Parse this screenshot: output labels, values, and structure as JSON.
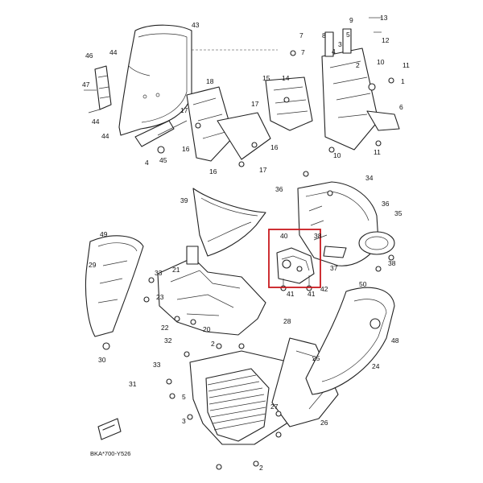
{
  "diagram": {
    "code": "BKA*700-Y526",
    "highlight_color": "#c8191e",
    "callouts": [
      {
        "id": "c-13",
        "text": "13"
      },
      {
        "id": "c-9a",
        "text": "9"
      },
      {
        "id": "c-7a",
        "text": "7"
      },
      {
        "id": "c-8a",
        "text": "8"
      },
      {
        "id": "c-5a",
        "text": "5"
      },
      {
        "id": "c-3a",
        "text": "3"
      },
      {
        "id": "c-12",
        "text": "12"
      },
      {
        "id": "c-7b",
        "text": "7"
      },
      {
        "id": "c-4a",
        "text": "4"
      },
      {
        "id": "c-10a",
        "text": "10"
      },
      {
        "id": "c-2a",
        "text": "2"
      },
      {
        "id": "c-11a",
        "text": "11"
      },
      {
        "id": "c-14",
        "text": "14"
      },
      {
        "id": "c-15",
        "text": "15"
      },
      {
        "id": "c-1",
        "text": "1"
      },
      {
        "id": "c-6",
        "text": "6"
      },
      {
        "id": "c-10b",
        "text": "10"
      },
      {
        "id": "c-11b",
        "text": "11"
      },
      {
        "id": "c-43",
        "text": "43"
      },
      {
        "id": "c-46",
        "text": "46"
      },
      {
        "id": "c-44a",
        "text": "44"
      },
      {
        "id": "c-47",
        "text": "47"
      },
      {
        "id": "c-44b",
        "text": "44"
      },
      {
        "id": "c-44c",
        "text": "44"
      },
      {
        "id": "c-45",
        "text": "45"
      },
      {
        "id": "c-4b",
        "text": "4"
      },
      {
        "id": "c-18",
        "text": "18"
      },
      {
        "id": "c-17a",
        "text": "17"
      },
      {
        "id": "c-17b",
        "text": "17"
      },
      {
        "id": "c-16a",
        "text": "16"
      },
      {
        "id": "c-16b",
        "text": "16"
      },
      {
        "id": "c-16c",
        "text": "16"
      },
      {
        "id": "c-17c",
        "text": "17"
      },
      {
        "id": "c-34",
        "text": "34"
      },
      {
        "id": "c-36a",
        "text": "36"
      },
      {
        "id": "c-36b",
        "text": "36"
      },
      {
        "id": "c-35",
        "text": "35"
      },
      {
        "id": "c-37",
        "text": "37"
      },
      {
        "id": "c-39",
        "text": "39"
      },
      {
        "id": "c-38a",
        "text": "38"
      },
      {
        "id": "c-38b",
        "text": "38"
      },
      {
        "id": "c-40",
        "text": "40"
      },
      {
        "id": "c-41a",
        "text": "41"
      },
      {
        "id": "c-41b",
        "text": "41"
      },
      {
        "id": "c-42",
        "text": "42"
      },
      {
        "id": "c-49",
        "text": "49"
      },
      {
        "id": "c-29",
        "text": "29"
      },
      {
        "id": "c-33a",
        "text": "33"
      },
      {
        "id": "c-21",
        "text": "21"
      },
      {
        "id": "c-23",
        "text": "23"
      },
      {
        "id": "c-22",
        "text": "22"
      },
      {
        "id": "c-20",
        "text": "20"
      },
      {
        "id": "c-30",
        "text": "30"
      },
      {
        "id": "c-32",
        "text": "32"
      },
      {
        "id": "c-33b",
        "text": "33"
      },
      {
        "id": "c-31",
        "text": "31"
      },
      {
        "id": "c-50",
        "text": "50"
      },
      {
        "id": "c-48",
        "text": "48"
      },
      {
        "id": "c-28",
        "text": "28"
      },
      {
        "id": "c-25",
        "text": "25"
      },
      {
        "id": "c-24",
        "text": "24"
      },
      {
        "id": "c-27",
        "text": "27"
      },
      {
        "id": "c-26",
        "text": "26"
      },
      {
        "id": "c-2b",
        "text": "2"
      },
      {
        "id": "c-3b",
        "text": "3"
      },
      {
        "id": "c-5b",
        "text": "5"
      },
      {
        "id": "c-2c",
        "text": "2"
      }
    ]
  }
}
